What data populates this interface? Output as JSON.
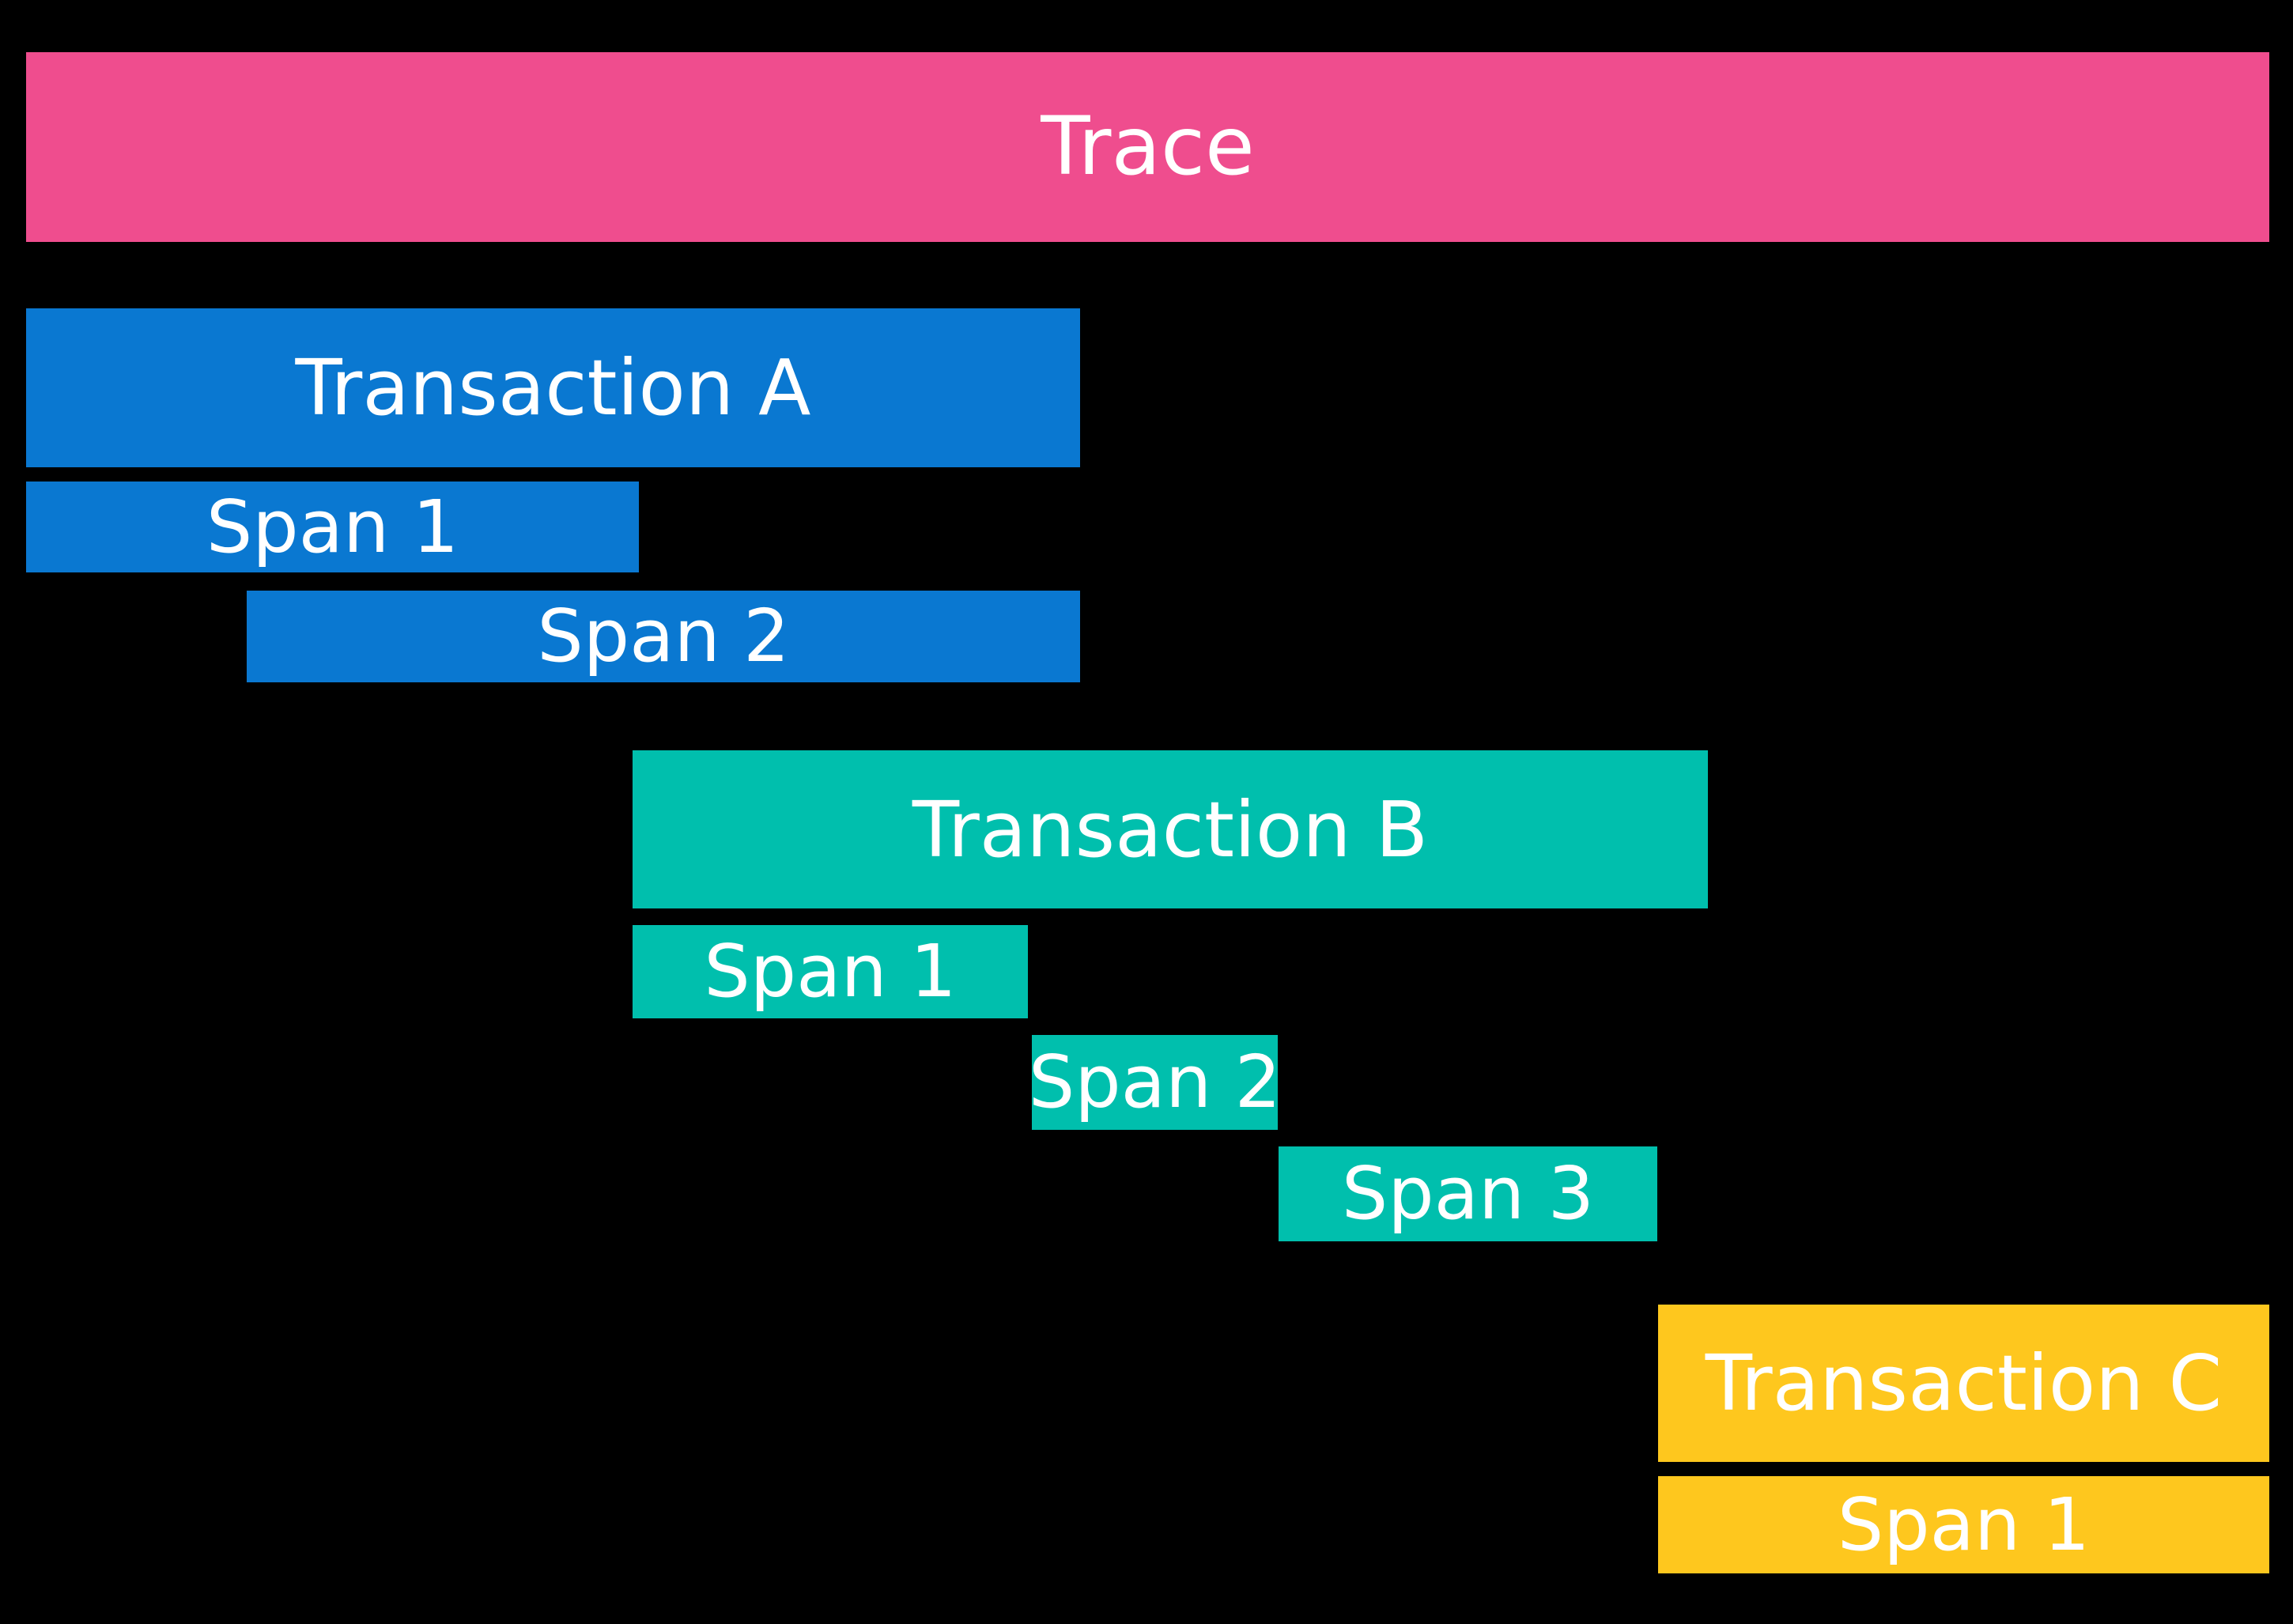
{
  "colors": {
    "background": "#000000",
    "text": "#FFFFFF",
    "trace_pink": "#EF4D8E",
    "transaction_a_blue": "#0A78D1",
    "transaction_b_teal": "#00BFAD",
    "transaction_c_yellow": "#FEC71E"
  },
  "trace": {
    "label": "Trace",
    "color": "#EF4D8E"
  },
  "transactions": [
    {
      "label": "Transaction A",
      "color": "#0A78D1",
      "spans": [
        {
          "label": "Span 1"
        },
        {
          "label": "Span 2"
        }
      ]
    },
    {
      "label": "Transaction B",
      "color": "#00BFAD",
      "spans": [
        {
          "label": "Span 1"
        },
        {
          "label": "Span 2"
        },
        {
          "label": "Span 3"
        }
      ]
    },
    {
      "label": "Transaction C",
      "color": "#FEC71E",
      "spans": [
        {
          "label": "Span 1"
        }
      ]
    }
  ]
}
